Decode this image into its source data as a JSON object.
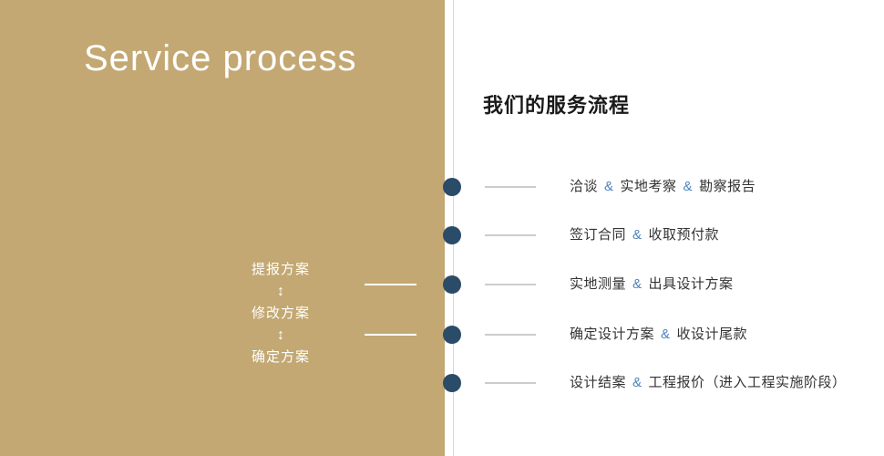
{
  "left": {
    "title": "Service process",
    "plan_steps": [
      "提报方案",
      "修改方案",
      "确定方案"
    ],
    "arrow": "↕"
  },
  "right": {
    "title": "我们的服务流程",
    "amp": "&",
    "steps": [
      {
        "segments": [
          "洽谈",
          "实地考察",
          "勘察报告"
        ]
      },
      {
        "segments": [
          "签订合同",
          "收取预付款"
        ]
      },
      {
        "segments": [
          "实地测量",
          "出具设计方案"
        ]
      },
      {
        "segments": [
          "确定设计方案",
          "收设计尾款"
        ]
      },
      {
        "segments": [
          "设计结案",
          "工程报价（进入工程实施阶段）"
        ]
      }
    ]
  },
  "colors": {
    "panel_tan": "#c3a873",
    "dot_navy": "#2b4c68",
    "amp_blue": "#4f81bd",
    "tick_gray": "#cccccc"
  }
}
